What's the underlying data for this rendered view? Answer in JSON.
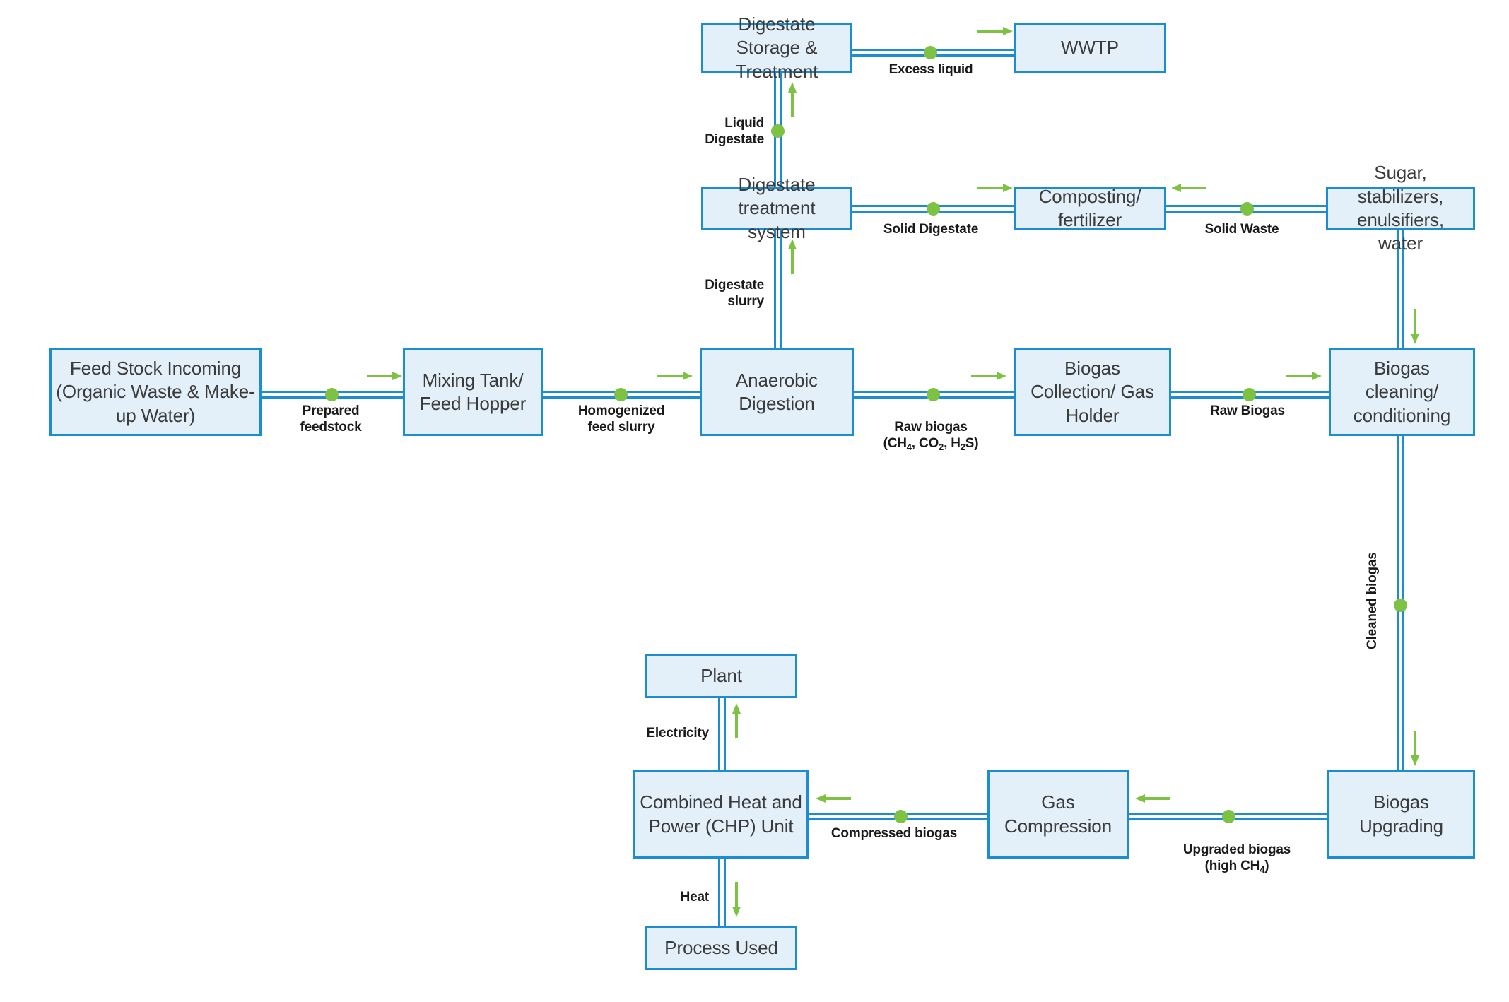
{
  "diagram": {
    "title": "Anaerobic Digestion Biogas Process Flow",
    "colors": {
      "node_fill": "#e3f0fa",
      "node_border": "#1b8dd0",
      "accent_green": "#7dc242",
      "label_text": "#1a1a1a",
      "node_text": "#3b3b3b",
      "background": "#ffffff"
    },
    "nodes": [
      {
        "id": "digestate-storage",
        "label": "Digestate Storage\n& Treatment"
      },
      {
        "id": "wwtp",
        "label": "WWTP"
      },
      {
        "id": "digestate-treatment",
        "label": "Digestate\ntreatment system"
      },
      {
        "id": "composting",
        "label": "Composting/\nfertilizer"
      },
      {
        "id": "additives",
        "label": "Sugar, stabilizers,\nenulsifiers, water"
      },
      {
        "id": "feedstock",
        "label": "Feed Stock Incoming\n(Organic Waste &\nMake-up Water)"
      },
      {
        "id": "mixing-tank",
        "label": "Mixing Tank/\nFeed Hopper"
      },
      {
        "id": "anaerobic-digestion",
        "label": "Anaerobic\nDigestion"
      },
      {
        "id": "biogas-collection",
        "label": "Biogas\nCollection/\nGas Holder"
      },
      {
        "id": "biogas-cleaning",
        "label": "Biogas\ncleaning/\nconditioning"
      },
      {
        "id": "biogas-upgrading",
        "label": "Biogas\nUpgrading"
      },
      {
        "id": "gas-compression",
        "label": "Gas\nCompression"
      },
      {
        "id": "chp-unit",
        "label": "Combined Heat\nand Power (CHP)\nUnit"
      },
      {
        "id": "plant",
        "label": "Plant"
      },
      {
        "id": "process-used",
        "label": "Process Used"
      }
    ],
    "edges": [
      {
        "id": "excess-liquid",
        "label": "Excess liquid",
        "from": "digestate-storage",
        "to": "wwtp",
        "direction": "right"
      },
      {
        "id": "liquid-digestate",
        "label": "Liquid\nDigestate",
        "from": "digestate-treatment",
        "to": "digestate-storage",
        "direction": "up"
      },
      {
        "id": "solid-digestate",
        "label": "Solid Digestate",
        "from": "digestate-treatment",
        "to": "composting",
        "direction": "right"
      },
      {
        "id": "solid-waste",
        "label": "Solid Waste",
        "from": "additives",
        "to": "composting",
        "direction": "left"
      },
      {
        "id": "digestate-slurry",
        "label": "Digestate\nslurry",
        "from": "anaerobic-digestion",
        "to": "digestate-treatment",
        "direction": "up"
      },
      {
        "id": "prepared-feedstock",
        "label": "Prepared\nfeedstock",
        "from": "feedstock",
        "to": "mixing-tank",
        "direction": "right"
      },
      {
        "id": "homogenized-slurry",
        "label": "Homogenized\nfeed slurry",
        "from": "mixing-tank",
        "to": "anaerobic-digestion",
        "direction": "right"
      },
      {
        "id": "raw-biogas-gases",
        "label": "Raw biogas",
        "sublabel_html": "(CH<sub>4</sub>, CO<sub>2</sub>, H<sub>2</sub>S)",
        "from": "anaerobic-digestion",
        "to": "biogas-collection",
        "direction": "right"
      },
      {
        "id": "raw-biogas",
        "label": "Raw Biogas",
        "from": "biogas-collection",
        "to": "biogas-cleaning",
        "direction": "right"
      },
      {
        "id": "additive-feed",
        "label": "",
        "from": "additives",
        "to": "biogas-cleaning",
        "direction": "down"
      },
      {
        "id": "cleaned-biogas",
        "label": "Cleaned biogas",
        "from": "biogas-cleaning",
        "to": "biogas-upgrading",
        "direction": "down"
      },
      {
        "id": "upgraded-biogas",
        "label": "Upgraded biogas",
        "sublabel_html": "(high CH<sub>4</sub>)",
        "from": "biogas-upgrading",
        "to": "gas-compression",
        "direction": "left"
      },
      {
        "id": "compressed-biogas",
        "label": "Compressed biogas",
        "from": "gas-compression",
        "to": "chp-unit",
        "direction": "left"
      },
      {
        "id": "electricity",
        "label": "Electricity",
        "from": "chp-unit",
        "to": "plant",
        "direction": "up"
      },
      {
        "id": "heat",
        "label": "Heat",
        "from": "chp-unit",
        "to": "process-used",
        "direction": "down"
      }
    ]
  }
}
